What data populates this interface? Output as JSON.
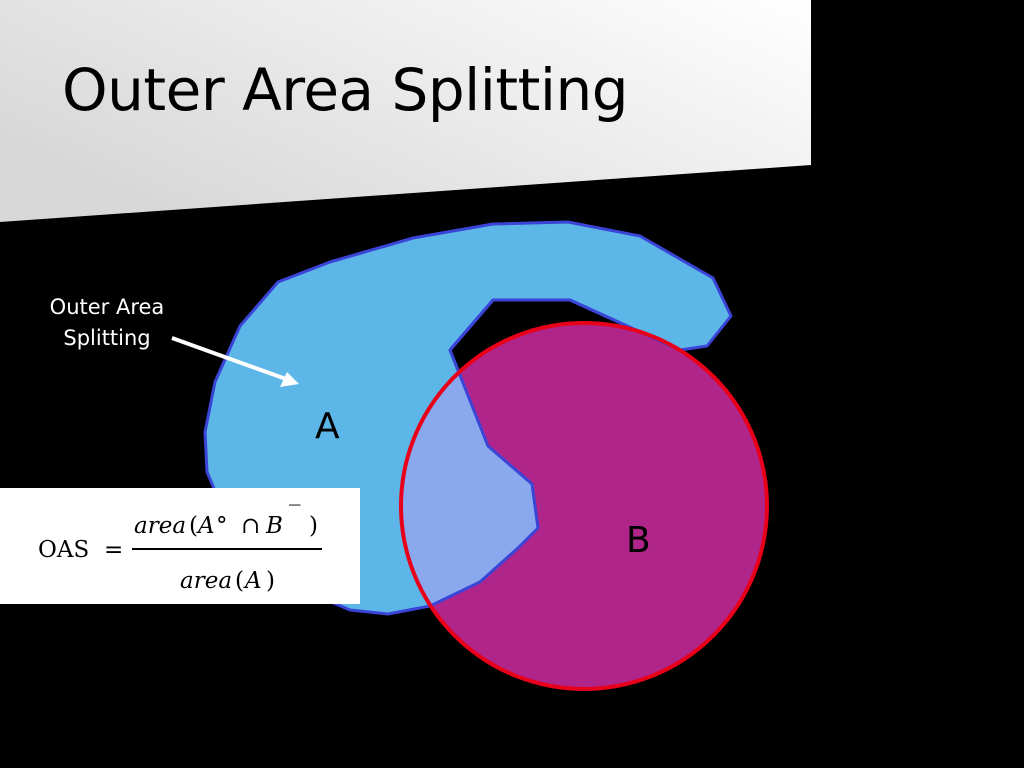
{
  "slide": {
    "title": "Outer Area Splitting",
    "annotation": [
      "Outer Area",
      "Splitting"
    ],
    "label_a": "A",
    "label_b": "B"
  },
  "formula": {
    "lhs": "OAS",
    "equals": "=",
    "num_area": "area",
    "num_open": "(",
    "num_a": "A",
    "num_deg": "°",
    "num_cap": "∩",
    "num_b": "B",
    "num_bar": "_",
    "num_close": ")",
    "den_area": "area",
    "den_open": "(",
    "den_a": "A",
    "den_close": ")"
  },
  "colors": {
    "header_light": "#ffffff",
    "header_dark": "#d8d8d8",
    "shape_a_fill": "#5db6e8",
    "shape_a_stroke": "#3a44d6",
    "circle_b_fill": "#b0258a",
    "circle_b_stroke": "#e8001a",
    "overlap_fill": "#8aa8ee"
  }
}
